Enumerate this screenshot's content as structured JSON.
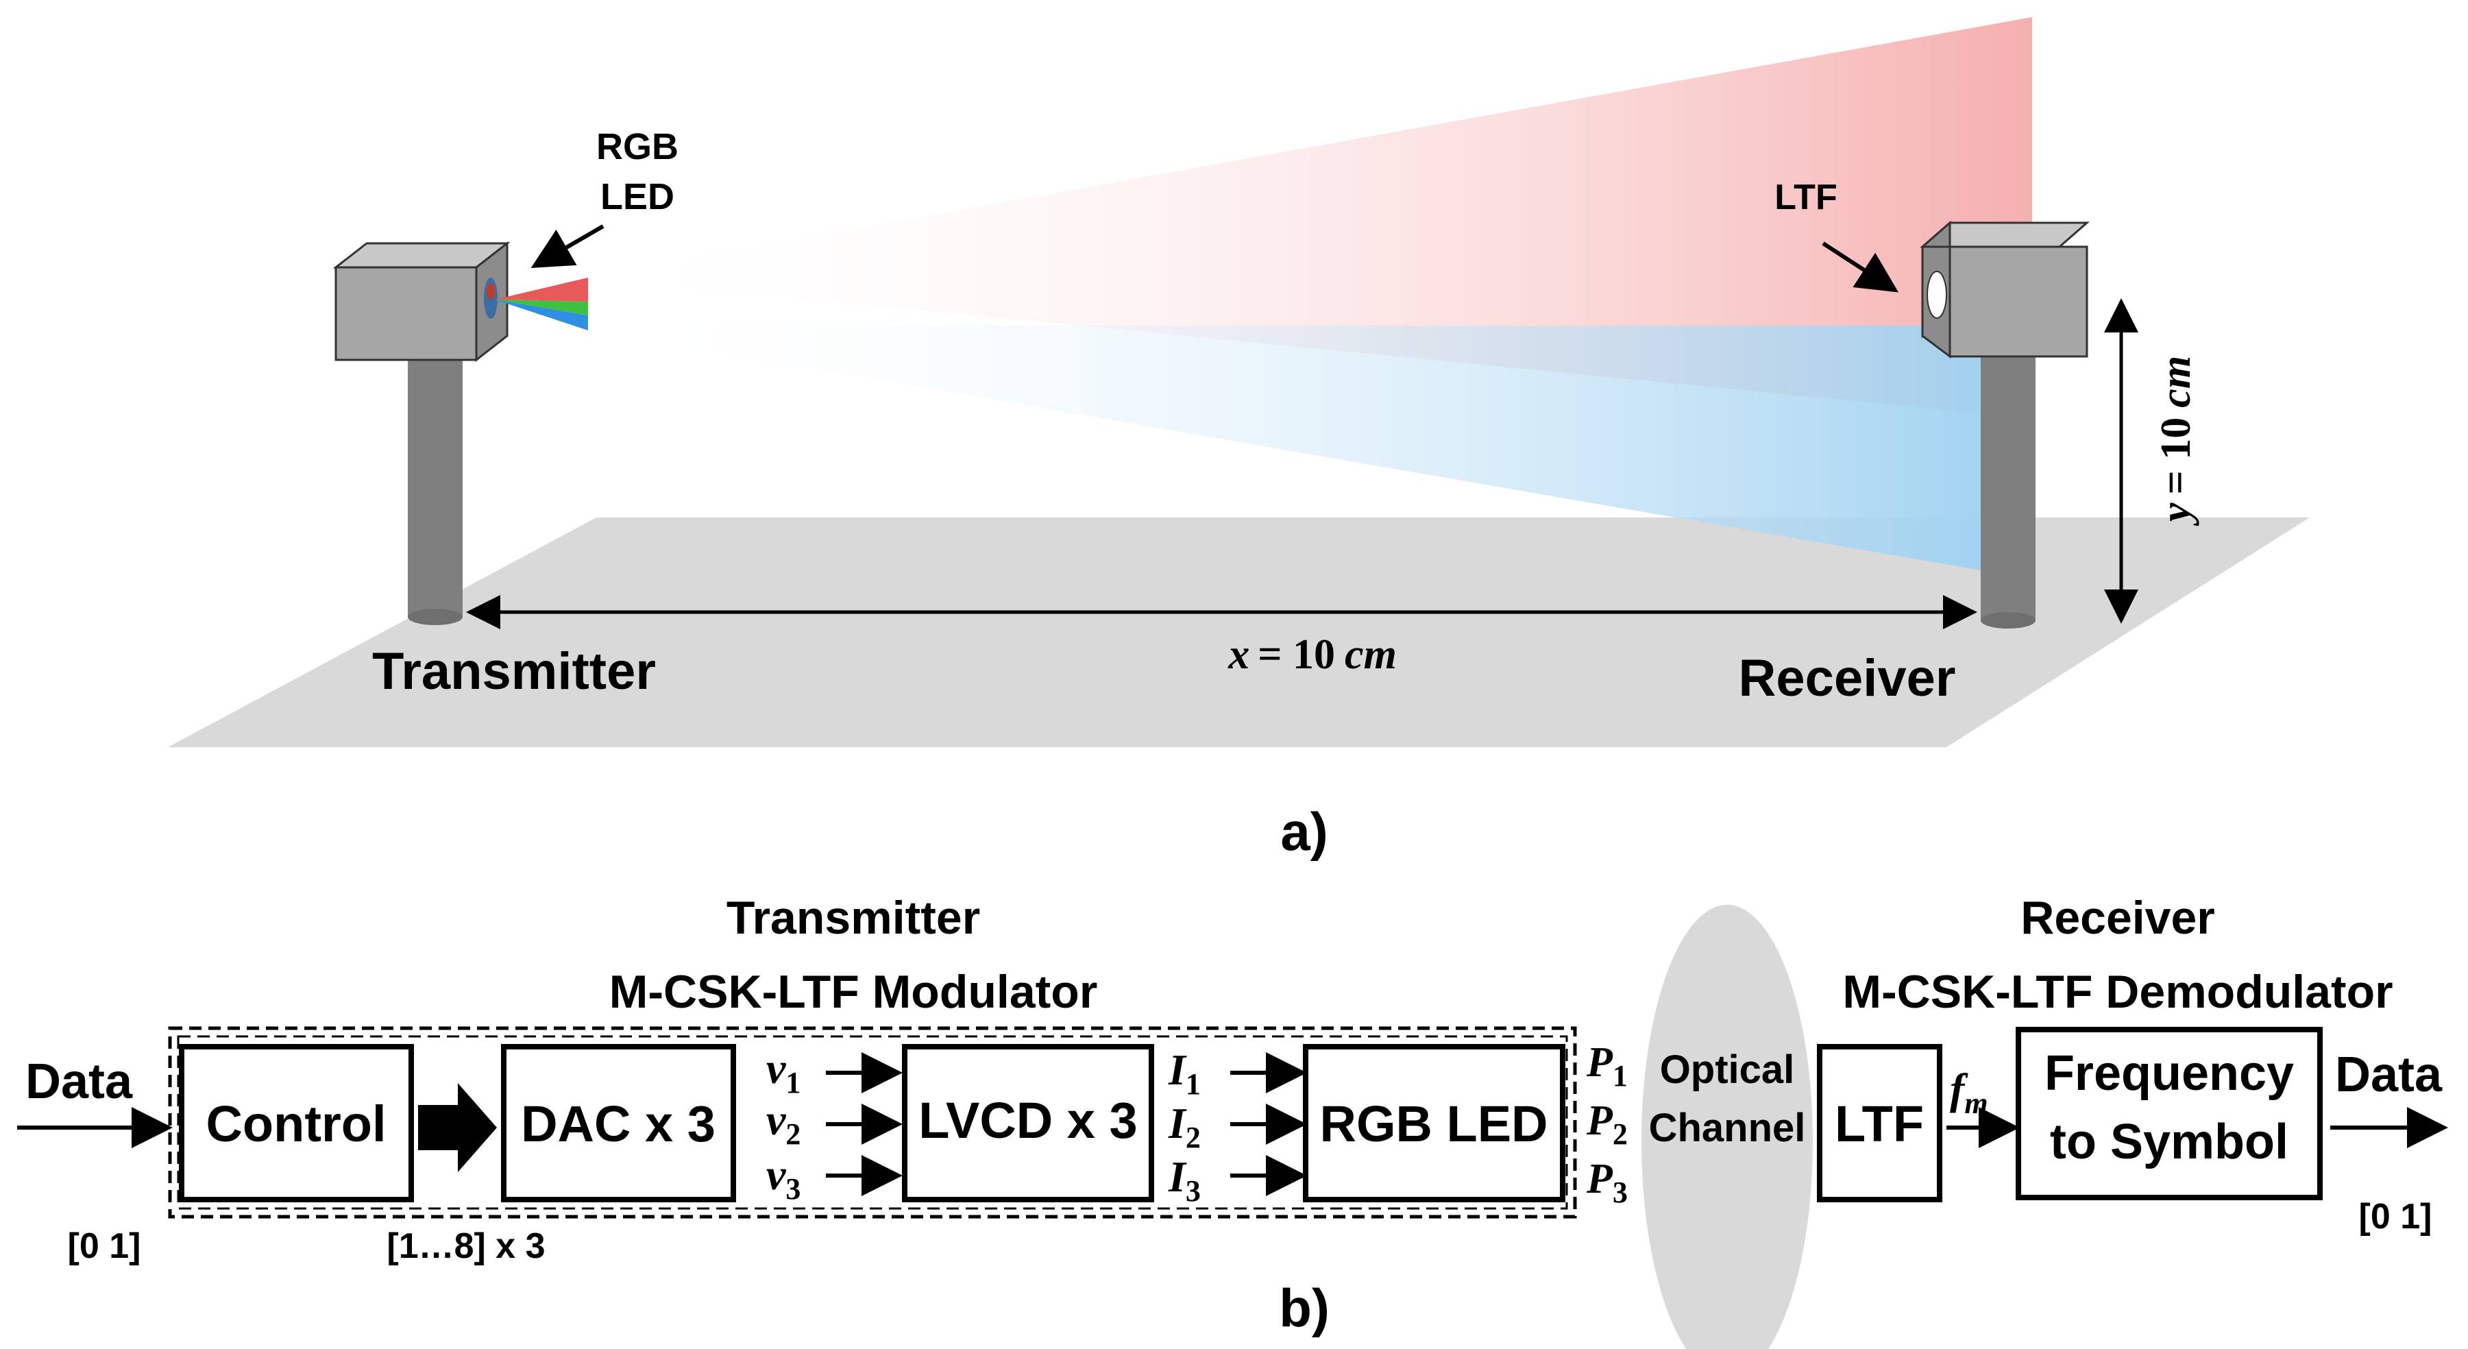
{
  "part_a": {
    "caption": "a)",
    "transmitter_label": "Transmitter",
    "receiver_label": "Receiver",
    "rgb_led_line1": "RGB",
    "rgb_led_line2": "LED",
    "ltf_label": "LTF",
    "x_var": "x",
    "x_eq": "= 10",
    "x_unit": "cm",
    "y_var": "y",
    "y_eq": "= 10",
    "y_unit": "cm"
  },
  "part_b": {
    "caption": "b)",
    "tx_title_1": "Transmitter",
    "tx_title_2": "M-CSK-LTF Modulator",
    "rx_title_1": "Receiver",
    "rx_title_2": "M-CSK-LTF Demodulator",
    "data_in": "Data",
    "data_in_range": "[0 1]",
    "control": "Control",
    "control_out": "[1…8] x 3",
    "dac": "DAC x 3",
    "lvcd": "LVCD x 3",
    "rgb_led": "RGB LED",
    "v_symbol": "v",
    "i_symbol": "I",
    "p_symbol": "P",
    "f_symbol": "f",
    "f_sub": "m",
    "subs": [
      "1",
      "2",
      "3"
    ],
    "optical_1": "Optical",
    "optical_2": "Channel",
    "ltf": "LTF",
    "freq_1": "Frequency",
    "freq_2": "to Symbol",
    "data_out": "Data",
    "data_out_range": "[0 1]"
  },
  "colors": {
    "housing": "#a6a6a6",
    "pole": "#7f7f7f",
    "floor": "#d9d9d9",
    "beam_red": "#f4a6a6",
    "beam_blue": "#9dd0f0",
    "ellipse": "#d9d9d9"
  }
}
